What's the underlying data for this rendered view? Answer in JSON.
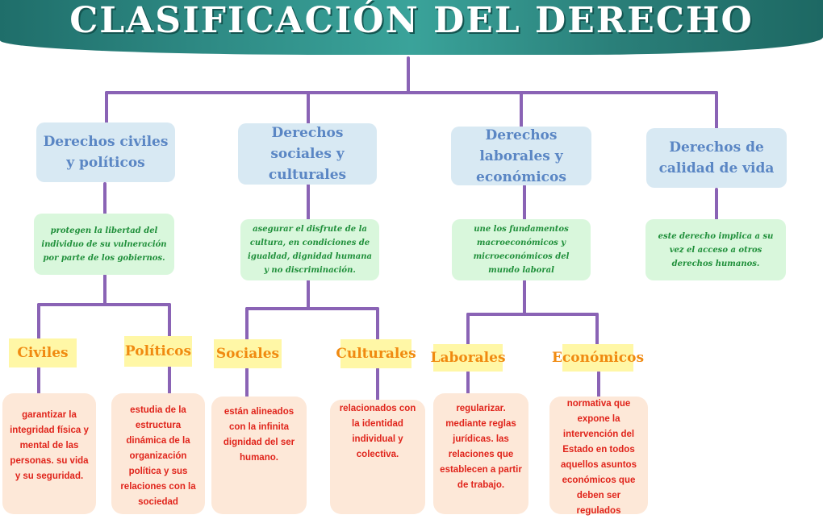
{
  "title": "CLASIFICACIÓN DEL DERECHO",
  "categories": [
    {
      "name": "Derechos civiles y políticos",
      "description": "protegen la libertad del individuo de su vulneración por parte de los gobiernos."
    },
    {
      "name": "Derechos sociales y culturales",
      "description": "asegurar el disfrute de la cultura, en condiciones de igualdad, dignidad humana y no discriminación."
    },
    {
      "name": "Derechos laborales y económicos",
      "description": "une los fundamentos macroeconómicos y microeconómicos del mundo laboral"
    },
    {
      "name": "Derechos de calidad de vida",
      "description": "este derecho implica a su vez el acceso a otros derechos humanos."
    }
  ],
  "subcategories": [
    {
      "name": "Civiles",
      "text": "garantizar la integridad física y mental de las personas. su vida y su seguridad."
    },
    {
      "name": "Políticos",
      "text": "estudia de la estructura dinámica de la organización política y sus relaciones con la sociedad"
    },
    {
      "name": "Sociales",
      "text": "están alineados con la infinita dignidad del ser humano."
    },
    {
      "name": "Culturales",
      "text": "relacionados con la identidad individual y colectiva."
    },
    {
      "name": "Laborales",
      "text": "regularizar. mediante reglas jurídicas. las relaciones que establecen a partir de trabajo."
    },
    {
      "name": "Económicos",
      "text": "normativa que expone la intervención del Estado en todos aquellos asuntos económicos que deben ser regulados"
    }
  ],
  "colors": {
    "banner": "#2e8a84",
    "connector": "#8a63b5",
    "category_text": "#5a86c4",
    "description_text": "#1f8f3a",
    "subcategory_text": "#f08a10",
    "leaf_text": "#e0241b"
  }
}
